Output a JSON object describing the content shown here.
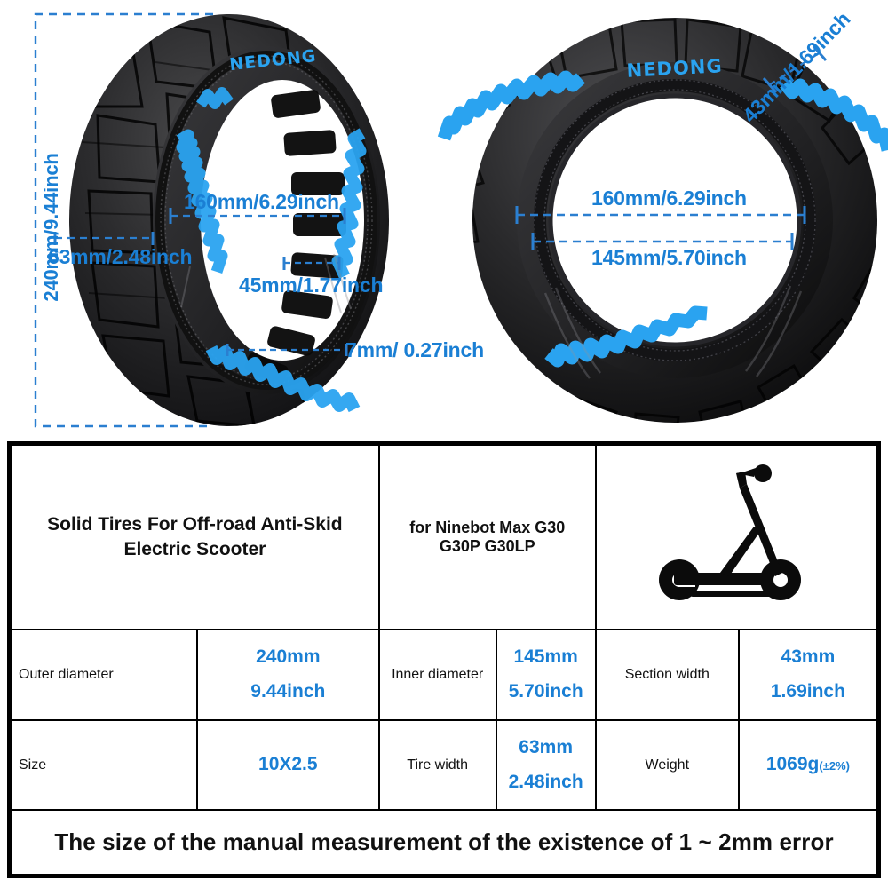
{
  "colors": {
    "accent_blue": "#1a7fd4",
    "dash_blue": "#2b7fd0",
    "tire_black": "#1b1b1b",
    "text_black": "#111111",
    "background": "#ffffff"
  },
  "diagram": {
    "brand_text": "NEDONG",
    "left_tire": {
      "name": "solid tire three-quarter view",
      "annotations": [
        {
          "id": "outer-diameter",
          "label": "240mm/9.44inch",
          "orientation": "vertical"
        },
        {
          "id": "inner-rim",
          "label": "160mm/6.29inch",
          "orientation": "horizontal"
        },
        {
          "id": "tire-width",
          "label": "63mm/2.48inch",
          "orientation": "horizontal"
        },
        {
          "id": "hole-width",
          "label": "45mm/1.77inch",
          "orientation": "horizontal"
        },
        {
          "id": "tread-depth",
          "label": "7mm/ 0.27inch",
          "orientation": "horizontal"
        }
      ]
    },
    "right_tire": {
      "name": "solid tire front view",
      "annotations": [
        {
          "id": "section-width",
          "label": "43mm/1.69inch",
          "orientation": "diagonal"
        },
        {
          "id": "inner-diameter-160",
          "label": "160mm/6.29inch",
          "orientation": "horizontal"
        },
        {
          "id": "inner-diameter-145",
          "label": "145mm/5.70inch",
          "orientation": "horizontal"
        }
      ]
    }
  },
  "table": {
    "header": {
      "product_title": "Solid Tires For Off-road Anti-Skid Electric Scooter",
      "compatibility": "for Ninebot Max G30 G30P G30LP",
      "icon": "electric-scooter-icon"
    },
    "rows": [
      {
        "cells": [
          {
            "label": "Outer diameter",
            "value_mm": "240mm",
            "value_in": "9.44inch"
          },
          {
            "label": "Inner diameter",
            "value_mm": "145mm",
            "value_in": "5.70inch"
          },
          {
            "label": "Section width",
            "value_mm": "43mm",
            "value_in": "1.69inch"
          }
        ]
      },
      {
        "cells": [
          {
            "label": "Size",
            "value_mm": "10X2.5",
            "value_in": ""
          },
          {
            "label": "Tire width",
            "value_mm": "63mm",
            "value_in": "2.48inch"
          },
          {
            "label": "Weight",
            "value_mm": "1069g",
            "value_in": "",
            "suffix": "(±2%)"
          }
        ]
      }
    ],
    "footer_note": "The size of the manual measurement of the existence of 1 ~ 2mm error"
  }
}
